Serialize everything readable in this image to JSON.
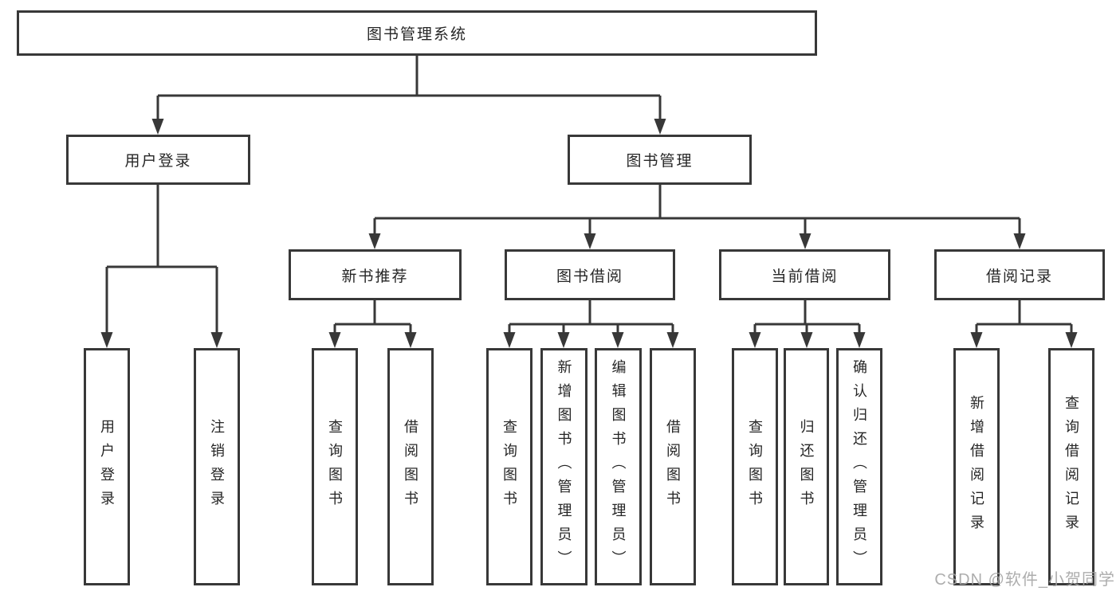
{
  "diagram": {
    "root": {
      "label": "图书管理系统"
    },
    "branches": [
      {
        "label": "用户登录",
        "children": [
          {
            "label": "用户登录"
          },
          {
            "label": "注销登录"
          }
        ]
      },
      {
        "label": "图书管理",
        "children": [
          {
            "label": "新书推荐",
            "children": [
              {
                "label": "查询图书"
              },
              {
                "label": "借阅图书"
              }
            ]
          },
          {
            "label": "图书借阅",
            "children": [
              {
                "label": "查询图书"
              },
              {
                "label": "新增图书（管理员）"
              },
              {
                "label": "编辑图书（管理员）"
              },
              {
                "label": "借阅图书"
              }
            ]
          },
          {
            "label": "当前借阅",
            "children": [
              {
                "label": "查询图书"
              },
              {
                "label": "归还图书"
              },
              {
                "label": "确认归还（管理员）"
              }
            ]
          },
          {
            "label": "借阅记录",
            "children": [
              {
                "label": "新增借阅记录"
              },
              {
                "label": "查询借阅记录"
              }
            ]
          }
        ]
      }
    ]
  },
  "watermark": {
    "text": "CSDN @软件_小贺同学"
  },
  "colors": {
    "line": "#383838",
    "box_border": "#383838",
    "text": "#262626",
    "background": "#ffffff",
    "watermark": "#a4a4a4"
  }
}
